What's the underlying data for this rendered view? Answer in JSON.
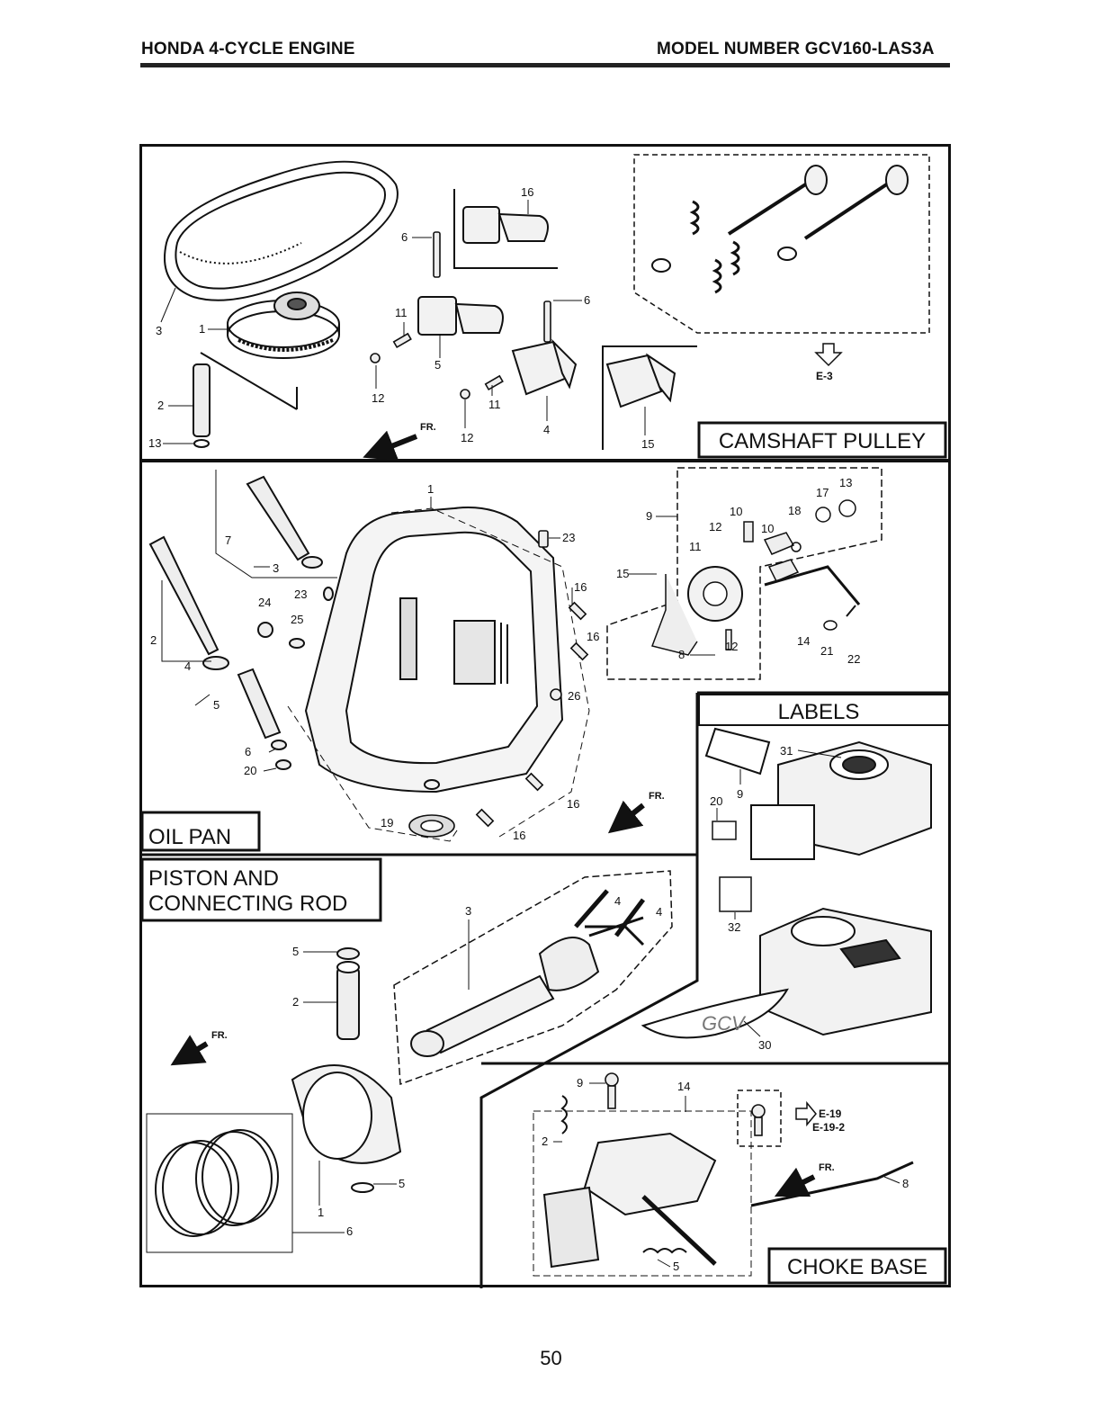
{
  "header": {
    "left": "HONDA 4-CYCLE ENGINE",
    "right": "MODEL NUMBER GCV160-LAS3A"
  },
  "sections": {
    "camshaft_pulley": {
      "title": "CAMSHAFT PULLEY",
      "parts": [
        "16",
        "6",
        "6",
        "11",
        "5",
        "12",
        "11",
        "12",
        "4",
        "15",
        "3",
        "1",
        "2",
        "13"
      ],
      "ref": "E-3"
    },
    "oil_pan": {
      "title": "OIL PAN",
      "parts": [
        "1",
        "23",
        "16",
        "16",
        "26",
        "16",
        "16",
        "19",
        "7",
        "3",
        "23",
        "24",
        "25",
        "2",
        "4",
        "5",
        "6",
        "20",
        "9",
        "15",
        "8",
        "12",
        "10",
        "12",
        "11",
        "10",
        "18",
        "17",
        "13",
        "14",
        "21",
        "22"
      ]
    },
    "labels": {
      "title": "LABELS",
      "parts": [
        "31",
        "9",
        "20",
        "32",
        "30"
      ]
    },
    "piston": {
      "title_line1": "PISTON AND",
      "title_line2": "CONNECTING ROD",
      "parts": [
        "3",
        "4",
        "4",
        "5",
        "2",
        "5",
        "1",
        "6"
      ]
    },
    "choke_base": {
      "title": "CHOKE BASE",
      "parts": [
        "9",
        "14",
        "2",
        "5",
        "8"
      ],
      "ref1": "E-19",
      "ref2": "E-19-2"
    }
  },
  "front_marker": "FR.",
  "page_number": "50"
}
